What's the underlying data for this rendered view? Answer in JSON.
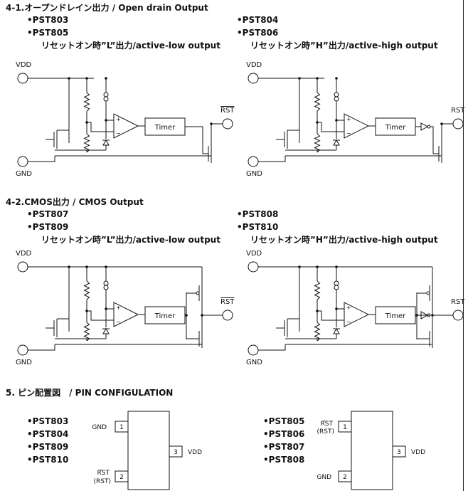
{
  "sections": {
    "open_drain": {
      "heading": "4-1.オープンドレイン出力 / Open drain Output",
      "left": {
        "models": [
          "•PST803",
          "•PST805"
        ],
        "mode": "リセットオン時”L”出力/active-low output",
        "out_label": "RST"
      },
      "right": {
        "models": [
          "•PST804",
          "•PST806"
        ],
        "mode": "リセットオン時”H”出力/active-high output",
        "out_label": "RST"
      }
    },
    "cmos": {
      "heading": "4-2.CMOS出力 / CMOS Output",
      "left": {
        "models": [
          "•PST807",
          "•PST809"
        ],
        "mode": "リセットオン時”L”出力/active-low output",
        "out_label": "RST"
      },
      "right": {
        "models": [
          "•PST808",
          "•PST810"
        ],
        "mode": "リセットオン時”H”出力/active-high output",
        "out_label": "RST"
      }
    },
    "pin": {
      "heading": "5. ピン配置図　/ PIN CONFIGULATION",
      "left": {
        "models": [
          "•PST803",
          "•PST804",
          "•PST809",
          "•PST810"
        ],
        "pins": [
          {
            "num": "1",
            "label": "GND"
          },
          {
            "num": "2",
            "label": "RST",
            "sub": "(RST)"
          },
          {
            "num": "3",
            "label": "VDD"
          }
        ]
      },
      "right": {
        "models": [
          "•PST805",
          "•PST806",
          "•PST807",
          "•PST808"
        ],
        "pins": [
          {
            "num": "1",
            "label": "RST",
            "sub": "(RST)"
          },
          {
            "num": "2",
            "label": "GND"
          },
          {
            "num": "3",
            "label": "VDD"
          }
        ]
      }
    }
  },
  "labels": {
    "vdd": "VDD",
    "gnd": "GND",
    "timer": "Timer"
  }
}
